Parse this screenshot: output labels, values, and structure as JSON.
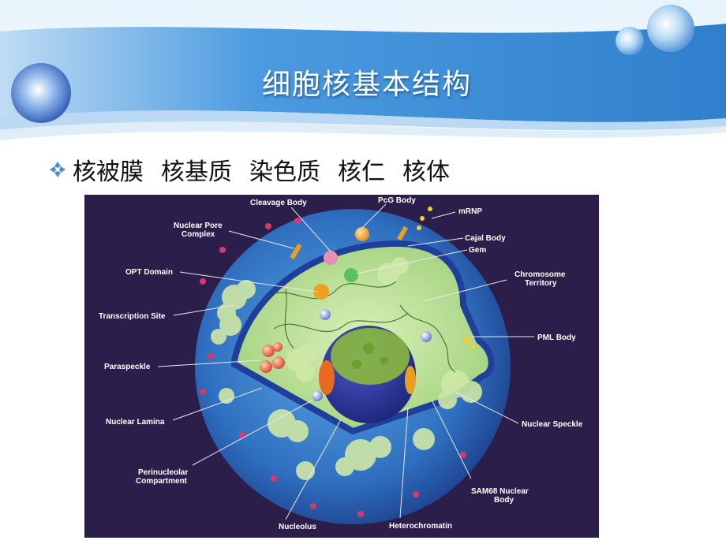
{
  "title": "细胞核基本结构",
  "bullet": {
    "terms": [
      "核被膜",
      "核基质",
      "染色质",
      "核仁",
      "核体"
    ]
  },
  "figure": {
    "labels": {
      "cleavage_body": "Cleavage Body",
      "pcg_body": "PcG Body",
      "mrnp": "mRNP",
      "nuclear_pore_complex_1": "Nuclear Pore",
      "nuclear_pore_complex_2": "Complex",
      "cajal_body": "Cajal Body",
      "gem": "Gem",
      "opt_domain": "OPT Domain",
      "chromosome_territory_1": "Chromosome",
      "chromosome_territory_2": "Territory",
      "transcription_site": "Transcription Site",
      "pml_body": "PML Body",
      "paraspeckle": "Paraspeckle",
      "nuclear_lamina": "Nuclear Lamina",
      "nuclear_speckle": "Nuclear Speckle",
      "perinucleolar_compartment_1": "Perinucleolar",
      "perinucleolar_compartment_2": "Compartment",
      "sam68_nuclear_body_1": "SAM68 Nuclear",
      "sam68_nuclear_body_2": "Body",
      "nucleolus": "Nucleolus",
      "heterochromatin": "Heterochromatin"
    }
  },
  "colors": {
    "banner_blue": "#3f8fd6",
    "figure_background": "#2b1e4a",
    "nucleus_blue": "#3a7fc8",
    "interior_green": "#bfe3a0"
  }
}
